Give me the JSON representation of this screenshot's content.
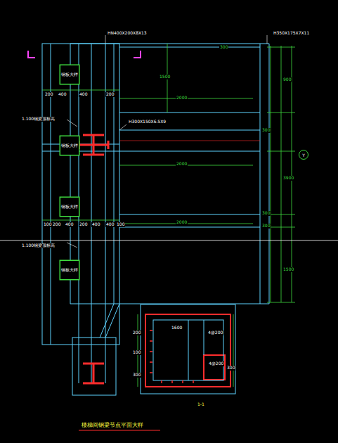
{
  "diagram": {
    "title": "楼梯间钢梁节点平面大样",
    "nodes": [
      {
        "text": [
          "钢板大样"
        ]
      },
      {
        "text": [
          "钢板大样"
        ]
      },
      {
        "text": [
          "钢板大样"
        ]
      },
      {
        "text": [
          "钢板大样"
        ]
      },
      {
        "text": [
          "Y"
        ]
      }
    ],
    "labels": [
      "HN400X200X8X13",
      "H350X175X7X11",
      "H300X150X6.5X9",
      "1.100钢梁顶标高",
      "1.100钢梁顶标高",
      "2000",
      "2000",
      "2000",
      "1500",
      "300",
      "300",
      "300",
      "300",
      "900",
      "3900",
      "1500",
      "200",
      "400",
      "400",
      "200",
      "100",
      "200",
      "400",
      "200",
      "400",
      "400",
      "100",
      "1-1",
      "100",
      "200",
      "300",
      "1600",
      "4@200",
      "4@200",
      "300"
    ]
  }
}
